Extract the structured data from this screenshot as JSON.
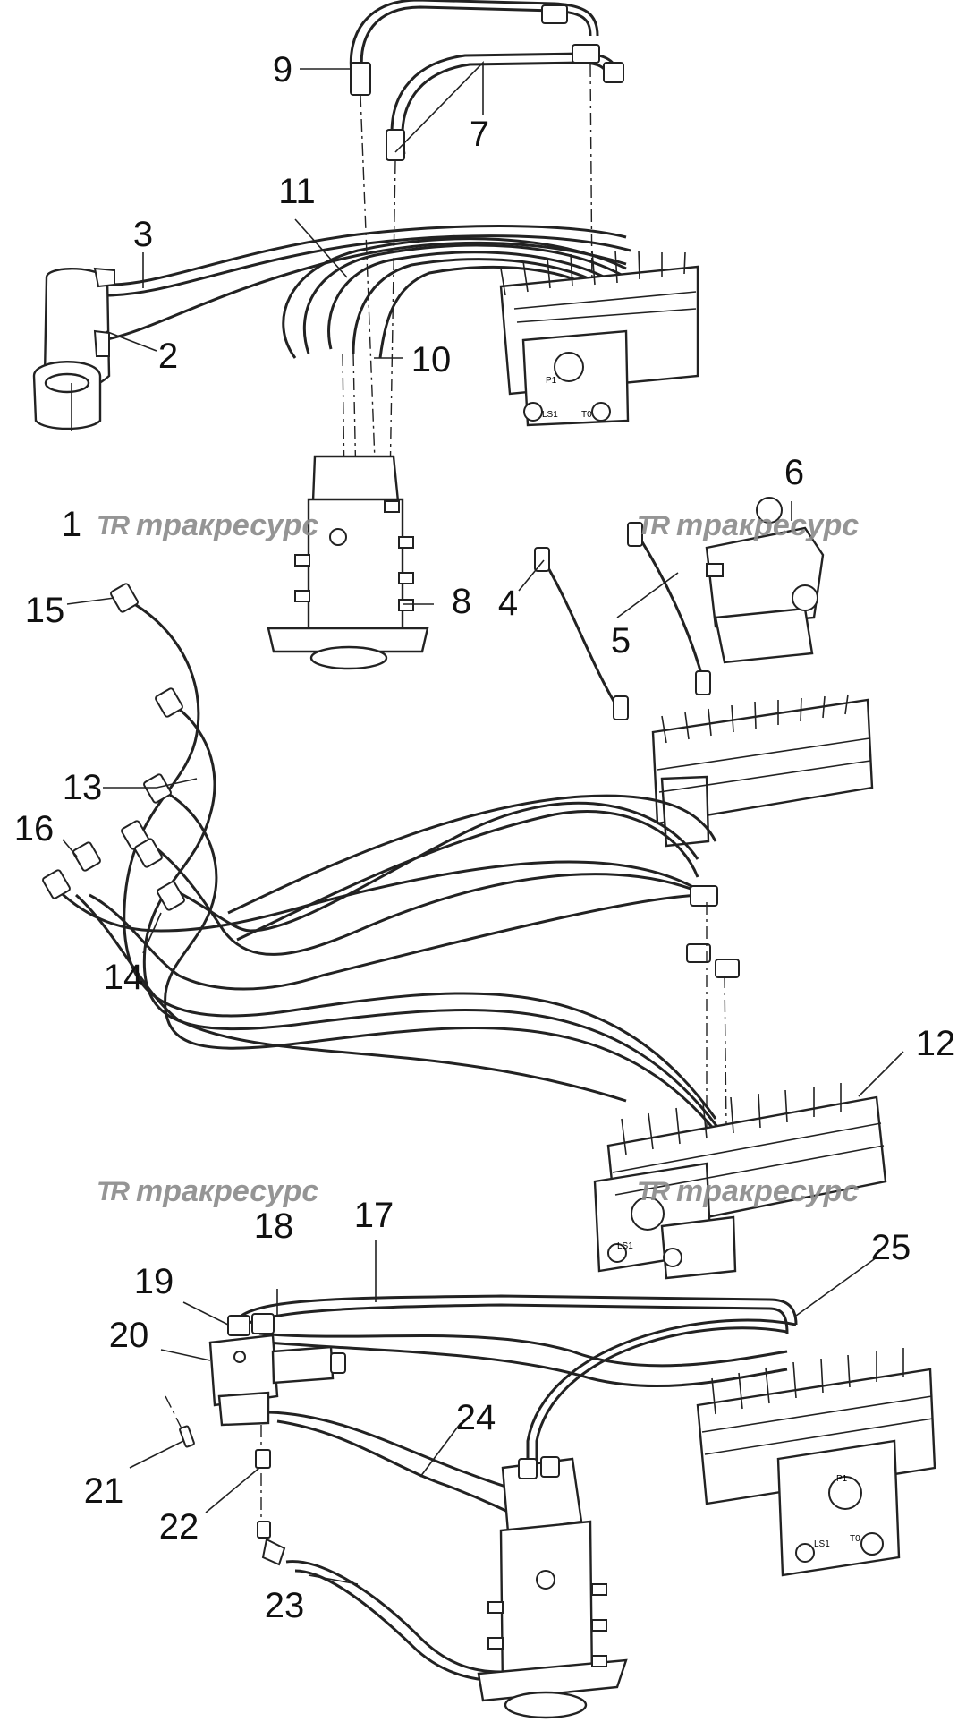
{
  "diagram": {
    "labels": [
      "1",
      "2",
      "3",
      "4",
      "5",
      "6",
      "7",
      "8",
      "9",
      "10",
      "11",
      "12",
      "13",
      "14",
      "15",
      "16",
      "17",
      "18",
      "19",
      "20",
      "21",
      "22",
      "23",
      "24",
      "25"
    ],
    "watermark": {
      "logo": "TR",
      "text": "тракресурс"
    },
    "valve_marks": {
      "p1": "P1",
      "ls1": "LS1",
      "t0": "T0"
    }
  }
}
